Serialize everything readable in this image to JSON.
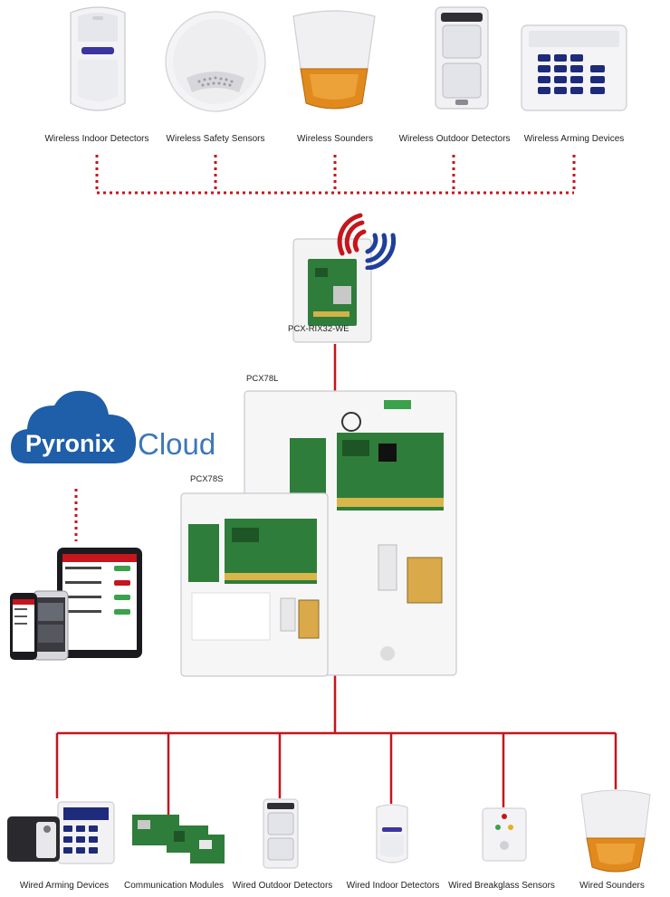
{
  "wireless_devices": [
    {
      "label": "Wireless Indoor Detectors",
      "icon": "pir-detector-icon"
    },
    {
      "label": "Wireless Safety Sensors",
      "icon": "smoke-sensor-icon"
    },
    {
      "label": "Wireless Sounders",
      "icon": "sounder-icon"
    },
    {
      "label": "Wireless Outdoor Detectors",
      "icon": "outdoor-detector-icon"
    },
    {
      "label": "Wireless Arming Devices",
      "icon": "keypad-icon"
    }
  ],
  "wired_devices": [
    {
      "label": "Wired Arming Devices",
      "icon": "wired-keypad-icon"
    },
    {
      "label": "Communication Modules",
      "icon": "comm-module-icon"
    },
    {
      "label": "Wired Outdoor Detectors",
      "icon": "outdoor-detector-icon"
    },
    {
      "label": "Wired Indoor Detectors",
      "icon": "pir-detector-icon"
    },
    {
      "label": "Wired Breakglass Sensors",
      "icon": "breakglass-icon"
    },
    {
      "label": "Wired Sounders",
      "icon": "sounder-icon"
    }
  ],
  "panels": {
    "receiver": "PCX-RIX32-WE",
    "large": "PCX78L",
    "small": "PCX78S"
  },
  "cloud": {
    "brand": "Pyronix",
    "word": "Cloud"
  },
  "colors": {
    "link": "#c4161c",
    "cloud_blue": "#1f5ea8",
    "cloud_text": "#3d77b8",
    "sounder_orange": "#e08a1e"
  }
}
